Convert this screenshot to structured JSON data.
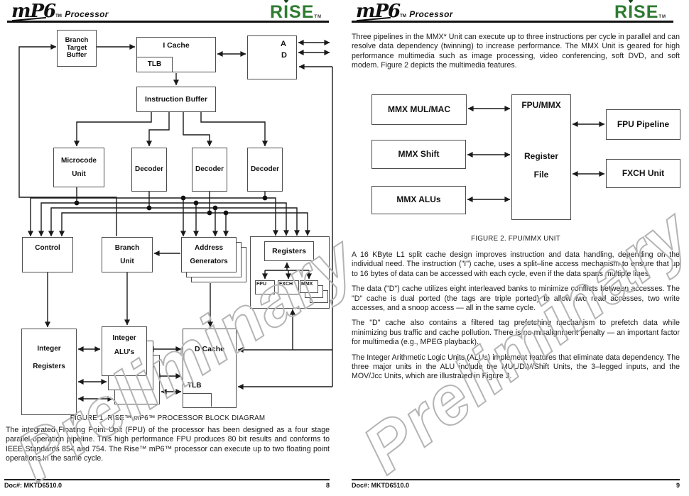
{
  "colors": {
    "rise_green": "#2e7b31",
    "watermark_gray": "#b4b4b4"
  },
  "watermark_text": "Preliminary",
  "header": {
    "brand": "mP6",
    "brand_tm": "TM",
    "product": "Processor",
    "rise_r": "R",
    "rise_i": "I",
    "rise_se": "SE",
    "rise_tm": "TM"
  },
  "page_left": {
    "figure1": {
      "branch_target_buffer": "Branch Target Buffer",
      "i_cache": "I Cache",
      "i_cache_tlb": "TLB",
      "addr_label": "A",
      "data_label": "D",
      "instruction_buffer": "Instruction Buffer",
      "microcode_unit_l1": "Microcode",
      "microcode_unit_l2": "Unit",
      "decoder": "Decoder",
      "control": "Control",
      "branch_unit_l1": "Branch",
      "branch_unit_l2": "Unit",
      "address_generators_l1": "Address",
      "address_generators_l2": "Generators",
      "registers": "Registers",
      "fpu": "FPU",
      "fxch": "FXCH",
      "mmx": "MMX",
      "integer_registers_l1": "Integer",
      "integer_registers_l2": "Registers",
      "integer_alus_l1": "Integer",
      "integer_alus_l2": "ALU's",
      "d_cache": "D Cache",
      "d_cache_tlb": "TLB"
    },
    "figure1_caption": "FIGURE 1. RISE™ mP6™ PROCESSOR BLOCK DIAGRAM",
    "paragraph": "The integrated Floating Point Unit (FPU) of the processor has been designed as a four stage parallel operation pipeline.  This high performance FPU produces 80 bit results and conforms to IEEE Standards 854 and 754.  The Rise™ mP6™ processor can execute up to two floating point operations in the same cycle.",
    "footer_doc": "Doc#: MKTD6510.0",
    "footer_page": "8"
  },
  "page_right": {
    "intro_paragraph": "Three pipelines in the MMX* Unit can execute up to three instructions per cycle in parallel and can resolve data dependency (twinning) to increase performance.  The MMX Unit is geared for high performance multimedia such as image processing, video conferencing, soft DVD, and soft modem.  Figure 2 depicts the multimedia features.",
    "figure2": {
      "mmx_mul_mac": "MMX MUL/MAC",
      "mmx_shift": "MMX Shift",
      "mmx_alus": "MMX ALUs",
      "fpu_mmx": "FPU/MMX",
      "register_file_l1": "Register",
      "register_file_l2": "File",
      "fpu_pipeline": "FPU Pipeline",
      "fxch_unit": "FXCH Unit"
    },
    "figure2_caption": "FIGURE 2. FPU/MMX UNIT",
    "paragraphs": [
      "A 16 KByte L1 split cache design improves instruction and data handling, depending on the individual need.  The instruction (\"I\") cache, uses a split–line access mechanism to ensure that up to 16 bytes of data can be accessed with each cycle, even if the data spans multiple lines.",
      "The data (\"D\") cache utilizes eight interleaved banks to minimize conflicts between accesses.  The \"D\" cache is dual ported (the tags are triple ported) to allow two read accesses, two write accesses, and a snoop access — all in the same cycle.",
      "The \"D\" cache also contains a filtered tag prefetching mechanism to prefetch data while minimizing bus traffic and cache pollution.  There is no misalignment penalty — an important factor for multimedia (e.g., MPEG playback).",
      "The Integer Arithmetic Logic Units (ALUs) implement features that eliminate data dependency.  The three major units in the ALU include the MUL/DIV/Shift Units, the 3–legged inputs, and the MOV/Jcc Units, which are illustrated in Figure 3."
    ],
    "footer_doc": "Doc#: MKTD6510.0",
    "footer_page": "9"
  }
}
